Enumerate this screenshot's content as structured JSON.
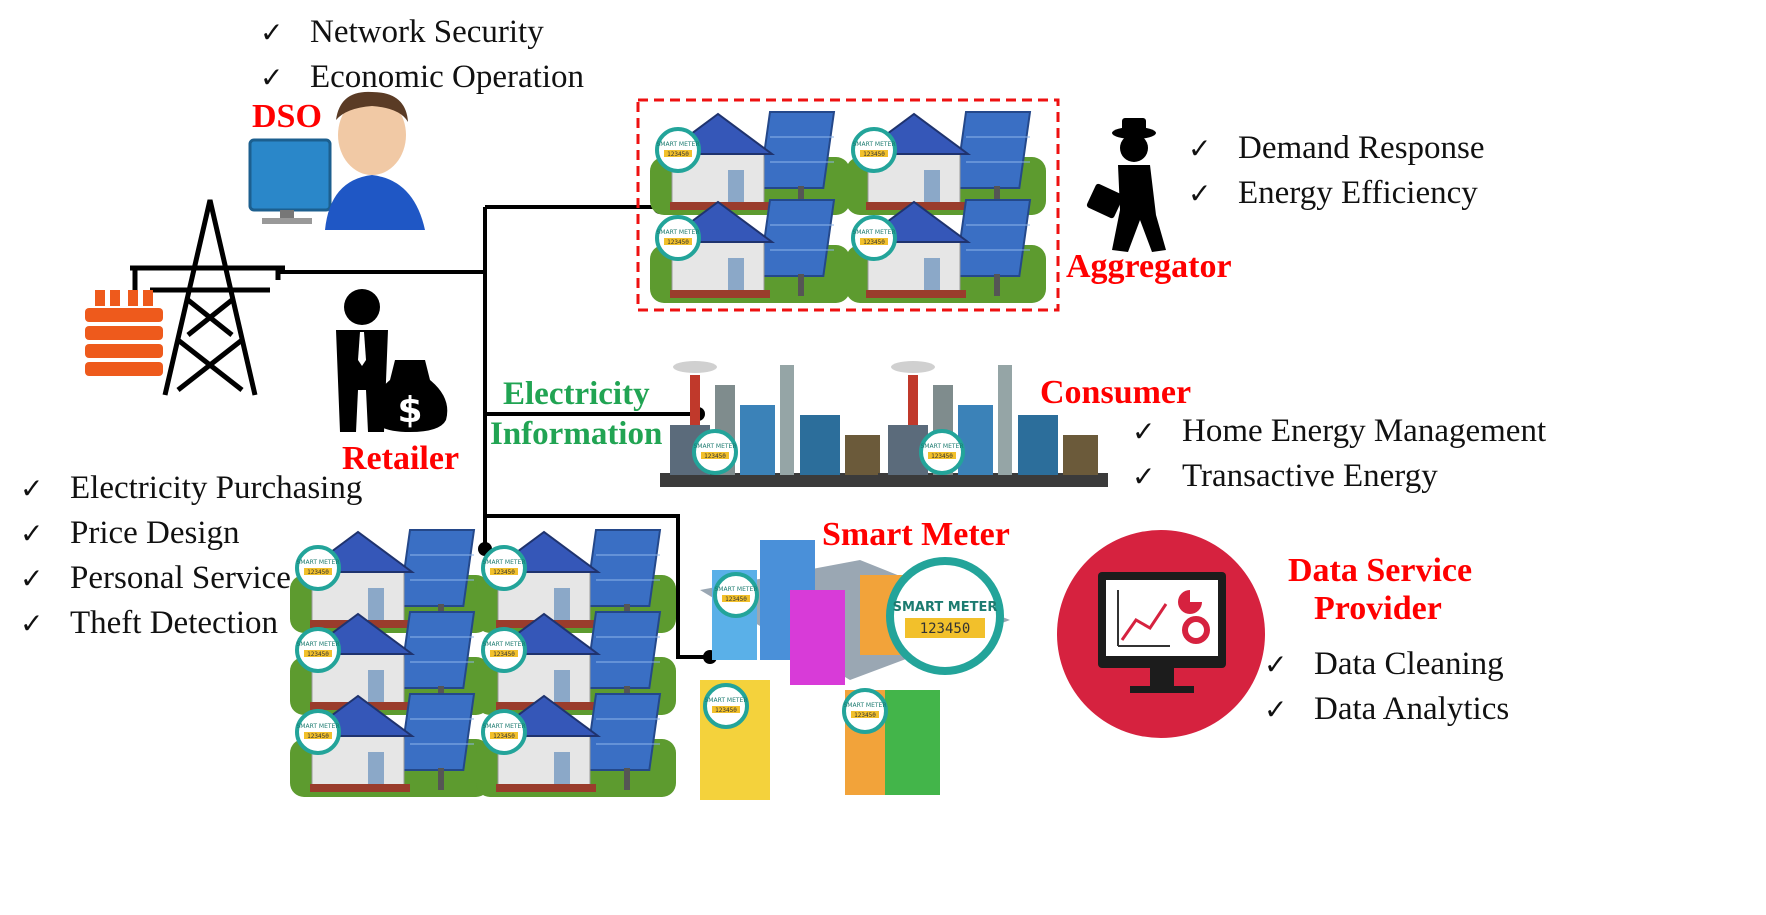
{
  "roles": {
    "dso": "DSO",
    "aggregator": "Aggregator",
    "retailer": "Retailer",
    "consumer": "Consumer",
    "smart_meter": "Smart Meter",
    "data_service_provider_line1": "Data Service",
    "data_service_provider_line2": "Provider"
  },
  "flows": {
    "electricity": "Electricity",
    "information": "Information"
  },
  "dso_functions": [
    "Network Security",
    "Economic Operation"
  ],
  "aggregator_functions": [
    "Demand Response",
    "Energy Efficiency"
  ],
  "consumer_functions": [
    "Home Energy Management",
    "Transactive Energy"
  ],
  "retailer_functions": [
    "Electricity Purchasing",
    "Price Design",
    "Personal Service",
    "Theft Detection"
  ],
  "data_service_functions": [
    "Data Cleaning",
    "Data Analytics"
  ],
  "check_mark": "✓",
  "meter": {
    "brand": "SMART METER",
    "reading": "123450"
  },
  "colors": {
    "role_label": "#ff0000",
    "flow_label": "#21a453",
    "transformer": "#ee5a1c",
    "aggregator_box": "#ee1111",
    "dsp_circle": "#d6223f"
  },
  "icons": [
    "dso-operator-icon",
    "transmission-tower-icon",
    "transformer-icon",
    "retailer-icon",
    "money-bag-icon",
    "aggregator-person-icon",
    "house-solar-icon",
    "factory-icon",
    "city-buildings-icon",
    "smart-meter-icon",
    "monitor-analytics-icon"
  ]
}
